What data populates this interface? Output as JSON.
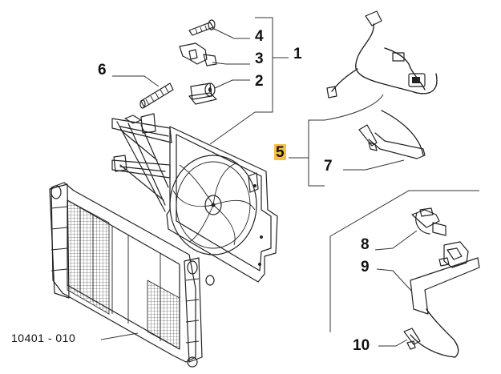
{
  "diagram": {
    "callouts": {
      "c1": "1",
      "c2": "2",
      "c3": "3",
      "c4": "4",
      "c5": "5",
      "c6": "6",
      "c7": "7",
      "c8": "8",
      "c9": "9",
      "c10": "10"
    },
    "reference_code": "10401 - 010",
    "highlight_color": "#f5c04a"
  }
}
